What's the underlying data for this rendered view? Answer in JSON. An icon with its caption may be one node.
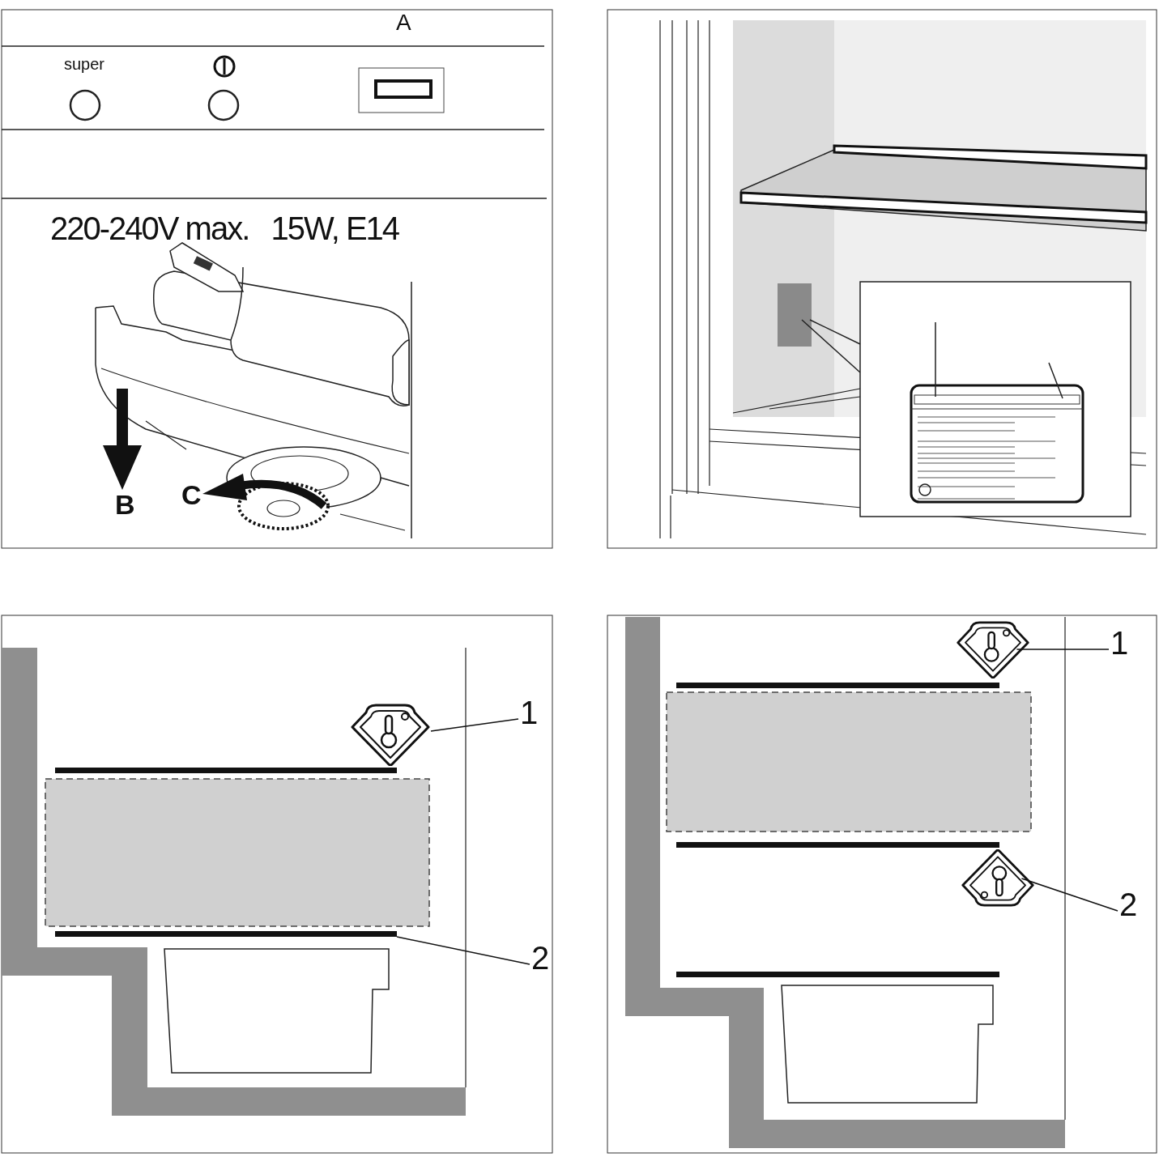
{
  "diagram": {
    "nodes": [
      {
        "text": [
          "1"
        ]
      },
      {
        "text": [],
        "shape": "picture"
      },
      {
        "text": [
          "2"
        ]
      },
      {
        "text": [],
        "shape": "bar"
      },
      {
        "text": [
          "1"
        ]
      },
      {
        "text": [],
        "shape": "picture"
      },
      {
        "text": [
          "2"
        ]
      },
      {
        "text": [],
        "shape": "picture"
      }
    ],
    "edges": [
      {
        "from": 0,
        "to": 1,
        "arrow": "none"
      },
      {
        "from": 2,
        "to": 3,
        "arrow": "none"
      },
      {
        "from": 4,
        "to": 5,
        "arrow": "none"
      },
      {
        "from": 6,
        "to": 7,
        "arrow": "none"
      }
    ],
    "labels": [
      "A",
      "super",
      "220-240V max.   15W, E14",
      "B",
      "C"
    ]
  }
}
